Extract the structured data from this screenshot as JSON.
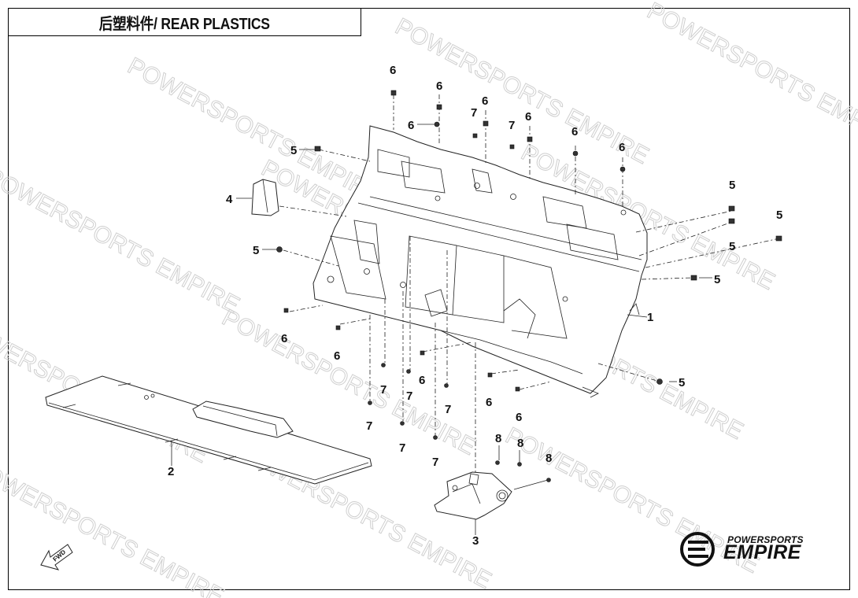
{
  "title": "后塑料件/ REAR PLASTICS",
  "watermark": "POWERSPORTS EMPIRE",
  "brand": {
    "top": "POWERSPORTS",
    "main": "EMPIRE"
  },
  "fwd_label": "FWD",
  "callouts": [
    {
      "id": "c1",
      "label": "1"
    },
    {
      "id": "c2",
      "label": "2"
    },
    {
      "id": "c3",
      "label": "3"
    },
    {
      "id": "c4",
      "label": "4"
    },
    {
      "id": "c5a",
      "label": "5"
    },
    {
      "id": "c5b",
      "label": "5"
    },
    {
      "id": "c5c",
      "label": "5"
    },
    {
      "id": "c5d",
      "label": "5"
    },
    {
      "id": "c5e",
      "label": "5"
    },
    {
      "id": "c5f",
      "label": "5"
    },
    {
      "id": "c5g",
      "label": "5"
    },
    {
      "id": "c6a",
      "label": "6"
    },
    {
      "id": "c6b",
      "label": "6"
    },
    {
      "id": "c6c",
      "label": "6"
    },
    {
      "id": "c6d",
      "label": "6"
    },
    {
      "id": "c6e",
      "label": "6"
    },
    {
      "id": "c6f",
      "label": "6"
    },
    {
      "id": "c6g",
      "label": "6"
    },
    {
      "id": "c6h",
      "label": "6"
    },
    {
      "id": "c6i",
      "label": "6"
    },
    {
      "id": "c6j",
      "label": "6"
    },
    {
      "id": "c6k",
      "label": "6"
    },
    {
      "id": "c6l",
      "label": "6"
    },
    {
      "id": "c7a",
      "label": "7"
    },
    {
      "id": "c7b",
      "label": "7"
    },
    {
      "id": "c7c",
      "label": "7"
    },
    {
      "id": "c7d",
      "label": "7"
    },
    {
      "id": "c7e",
      "label": "7"
    },
    {
      "id": "c7f",
      "label": "7"
    },
    {
      "id": "c7g",
      "label": "7"
    },
    {
      "id": "c7h",
      "label": "7"
    },
    {
      "id": "c8a",
      "label": "8"
    },
    {
      "id": "c8b",
      "label": "8"
    },
    {
      "id": "c8c",
      "label": "8"
    }
  ]
}
